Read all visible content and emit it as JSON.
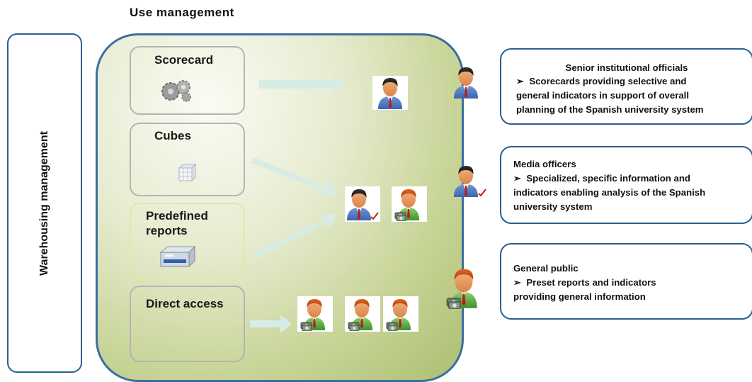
{
  "title": "Use management",
  "sidebar": {
    "label": "Warehousing management"
  },
  "sources": [
    {
      "label": "Scorecard",
      "icon": "gears-icon"
    },
    {
      "label": "Cubes",
      "icon": "cube-icon"
    },
    {
      "label": "Predefined reports",
      "line1": "Predefined",
      "line2": "reports",
      "icon": "printer-icon"
    },
    {
      "label": "Direct access",
      "icon": "none"
    }
  ],
  "audiences": [
    {
      "heading": "Senior institutional officials",
      "bullet": "➢",
      "lines": [
        "Scorecards providing selective and",
        "general indicators in support of overall",
        "planning of the Spanish university system"
      ],
      "icon": "manager-icon"
    },
    {
      "heading": "Media officers",
      "bullet": "➢",
      "lines": [
        "Specialized, specific information and",
        "indicators enabling analysis of the Spanish",
        "university system"
      ],
      "icon": "manager-check-icon"
    },
    {
      "heading": "General public",
      "bullet": "➢",
      "lines": [
        "Preset reports and indicators",
        "providing general information"
      ],
      "icon": "user-money-icon"
    }
  ],
  "colors": {
    "border_blue": "#2c5f8f",
    "panel_green": "#c7d496",
    "arrow": "#d9eee6"
  }
}
